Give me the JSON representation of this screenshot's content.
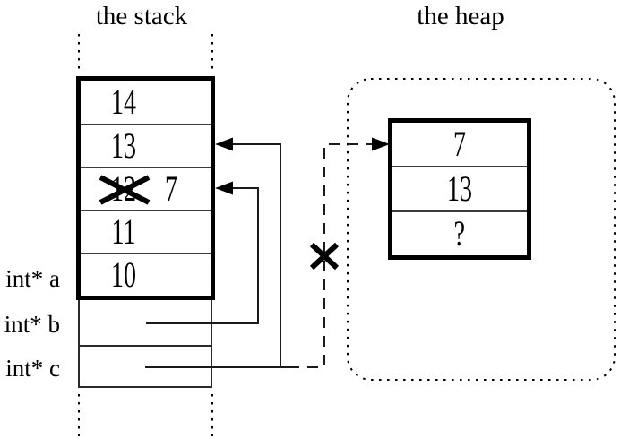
{
  "diagram": {
    "stack": {
      "title": "the stack",
      "frame_cells": [
        {
          "value": "14"
        },
        {
          "value": "13"
        },
        {
          "value": "12",
          "crossed_out": true,
          "new_value": "7"
        },
        {
          "value": "11"
        },
        {
          "value": "10"
        }
      ],
      "pointer_labels": [
        {
          "label": "int* a"
        },
        {
          "label": "int* b"
        },
        {
          "label": "int* c"
        }
      ]
    },
    "heap": {
      "title": "the heap",
      "cells": [
        {
          "value": "7"
        },
        {
          "value": "13"
        },
        {
          "value": "?"
        }
      ]
    },
    "colors": {
      "line": "#000000",
      "background": "#ffffff"
    }
  }
}
